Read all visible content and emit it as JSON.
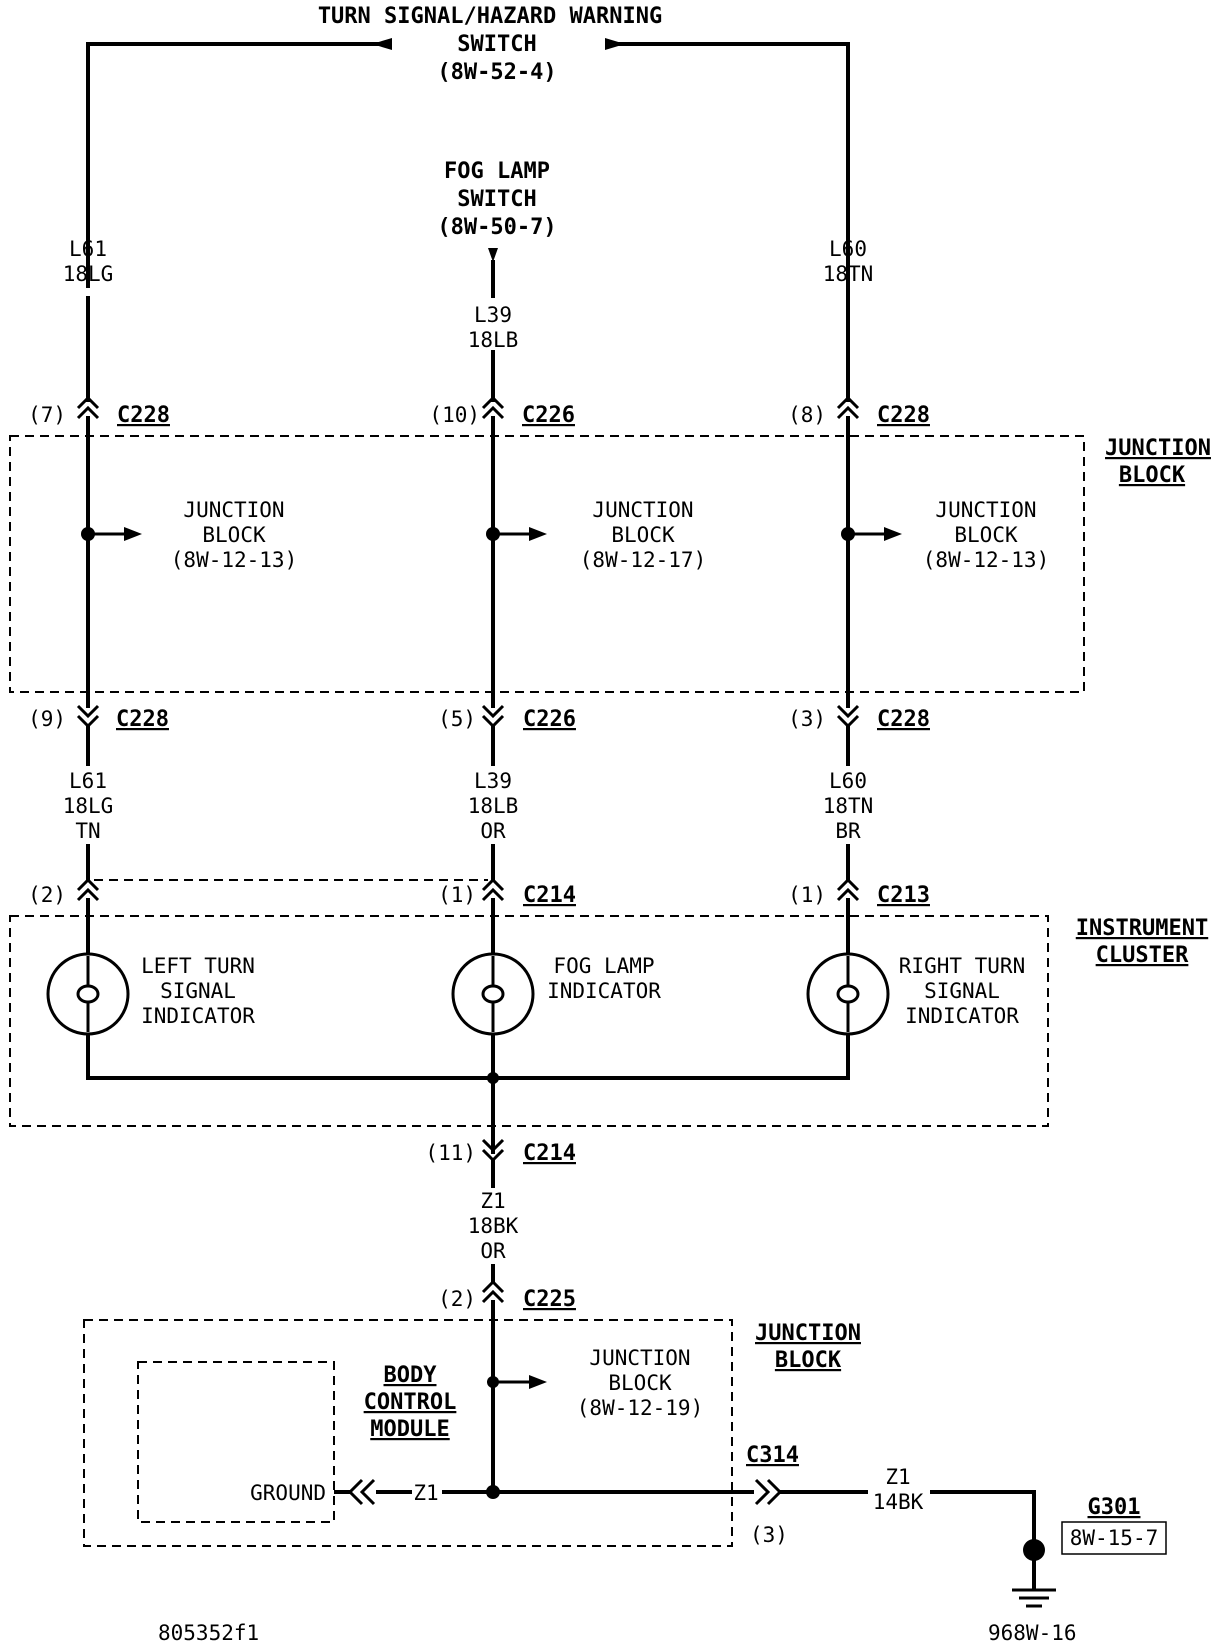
{
  "top_switch": {
    "line1": "TURN SIGNAL/HAZARD WARNING",
    "line2": "SWITCH",
    "ref": "(8W-52-4)"
  },
  "fog_switch": {
    "line1": "FOG LAMP",
    "line2": "SWITCH",
    "ref": "(8W-50-7)"
  },
  "wires": {
    "left_top": {
      "circuit": "L61",
      "gauge_color": "18LG"
    },
    "center_top": {
      "circuit": "L39",
      "gauge_color": "18LB"
    },
    "right_top": {
      "circuit": "L60",
      "gauge_color": "18TN"
    },
    "left_mid": {
      "circuit": "L61",
      "gauge_color": "18LG",
      "tracer": "TN"
    },
    "center_mid": {
      "circuit": "L39",
      "gauge_color": "18LB",
      "tracer": "OR"
    },
    "right_mid": {
      "circuit": "L60",
      "gauge_color": "18TN",
      "tracer": "BR"
    },
    "ground_center": {
      "circuit": "Z1",
      "gauge_color": "18BK",
      "tracer": "OR"
    },
    "ground_bcm": {
      "circuit": "Z1"
    },
    "ground_out": {
      "circuit": "Z1",
      "gauge_color": "14BK"
    }
  },
  "connectors": {
    "c228_top_left": {
      "pin": "(7)",
      "name": "C228"
    },
    "c226_top": {
      "pin": "(10)",
      "name": "C226"
    },
    "c228_top_right": {
      "pin": "(8)",
      "name": "C228"
    },
    "c228_bot_left": {
      "pin": "(9)",
      "name": "C228"
    },
    "c226_bot": {
      "pin": "(5)",
      "name": "C226"
    },
    "c228_bot_right": {
      "pin": "(3)",
      "name": "C228"
    },
    "c214_top": {
      "pin": "(1)",
      "name": "C214"
    },
    "c_left_cluster": {
      "pin": "(2)"
    },
    "c213": {
      "pin": "(1)",
      "name": "C213"
    },
    "c214_bot": {
      "pin": "(11)",
      "name": "C214"
    },
    "c225": {
      "pin": "(2)",
      "name": "C225"
    },
    "c314": {
      "pin": "(3)",
      "name": "C314"
    }
  },
  "junction_block_top": {
    "title_line1": "JUNCTION",
    "title_line2": "BLOCK",
    "refs": [
      {
        "line1": "JUNCTION",
        "line2": "BLOCK",
        "line3": "(8W-12-13)"
      },
      {
        "line1": "JUNCTION",
        "line2": "BLOCK",
        "line3": "(8W-12-17)"
      },
      {
        "line1": "JUNCTION",
        "line2": "BLOCK",
        "line3": "(8W-12-13)"
      }
    ]
  },
  "instrument_cluster": {
    "title_line1": "INSTRUMENT",
    "title_line2": "CLUSTER",
    "lamps": [
      {
        "line1": "LEFT TURN",
        "line2": "SIGNAL",
        "line3": "INDICATOR"
      },
      {
        "line1": "FOG LAMP",
        "line2": "INDICATOR"
      },
      {
        "line1": "RIGHT TURN",
        "line2": "SIGNAL",
        "line3": "INDICATOR"
      }
    ]
  },
  "junction_block_bottom": {
    "title_line1": "JUNCTION",
    "title_line2": "BLOCK",
    "ref_line1": "JUNCTION",
    "ref_line2": "BLOCK",
    "ref_line3": "(8W-12-19)"
  },
  "bcm": {
    "line1": "BODY",
    "line2": "CONTROL",
    "line3": "MODULE",
    "ground_label": "GROUND"
  },
  "ground_point": {
    "name": "G301",
    "ref": "8W-15-7"
  },
  "footer": {
    "left": "805352f1",
    "right": "968W-16"
  }
}
